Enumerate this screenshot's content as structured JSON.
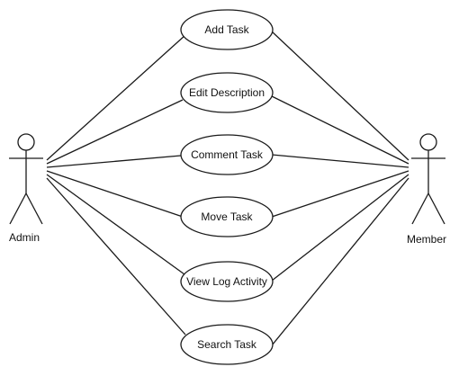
{
  "actors": [
    {
      "id": "admin",
      "label": "Admin"
    },
    {
      "id": "member",
      "label": "Member"
    }
  ],
  "use_cases": [
    {
      "id": "add-task",
      "label": "Add Task"
    },
    {
      "id": "edit-description",
      "label": "Edit Description"
    },
    {
      "id": "comment-task",
      "label": "Comment Task"
    },
    {
      "id": "move-task",
      "label": "Move Task"
    },
    {
      "id": "view-log-activity",
      "label": "View Log Activity"
    },
    {
      "id": "search-task",
      "label": "Search Task"
    }
  ],
  "associations": [
    {
      "actor": "admin",
      "use_case": "add-task"
    },
    {
      "actor": "admin",
      "use_case": "edit-description"
    },
    {
      "actor": "admin",
      "use_case": "comment-task"
    },
    {
      "actor": "admin",
      "use_case": "move-task"
    },
    {
      "actor": "admin",
      "use_case": "view-log-activity"
    },
    {
      "actor": "admin",
      "use_case": "search-task"
    },
    {
      "actor": "member",
      "use_case": "add-task"
    },
    {
      "actor": "member",
      "use_case": "edit-description"
    },
    {
      "actor": "member",
      "use_case": "comment-task"
    },
    {
      "actor": "member",
      "use_case": "move-task"
    },
    {
      "actor": "member",
      "use_case": "view-log-activity"
    },
    {
      "actor": "member",
      "use_case": "search-task"
    }
  ]
}
